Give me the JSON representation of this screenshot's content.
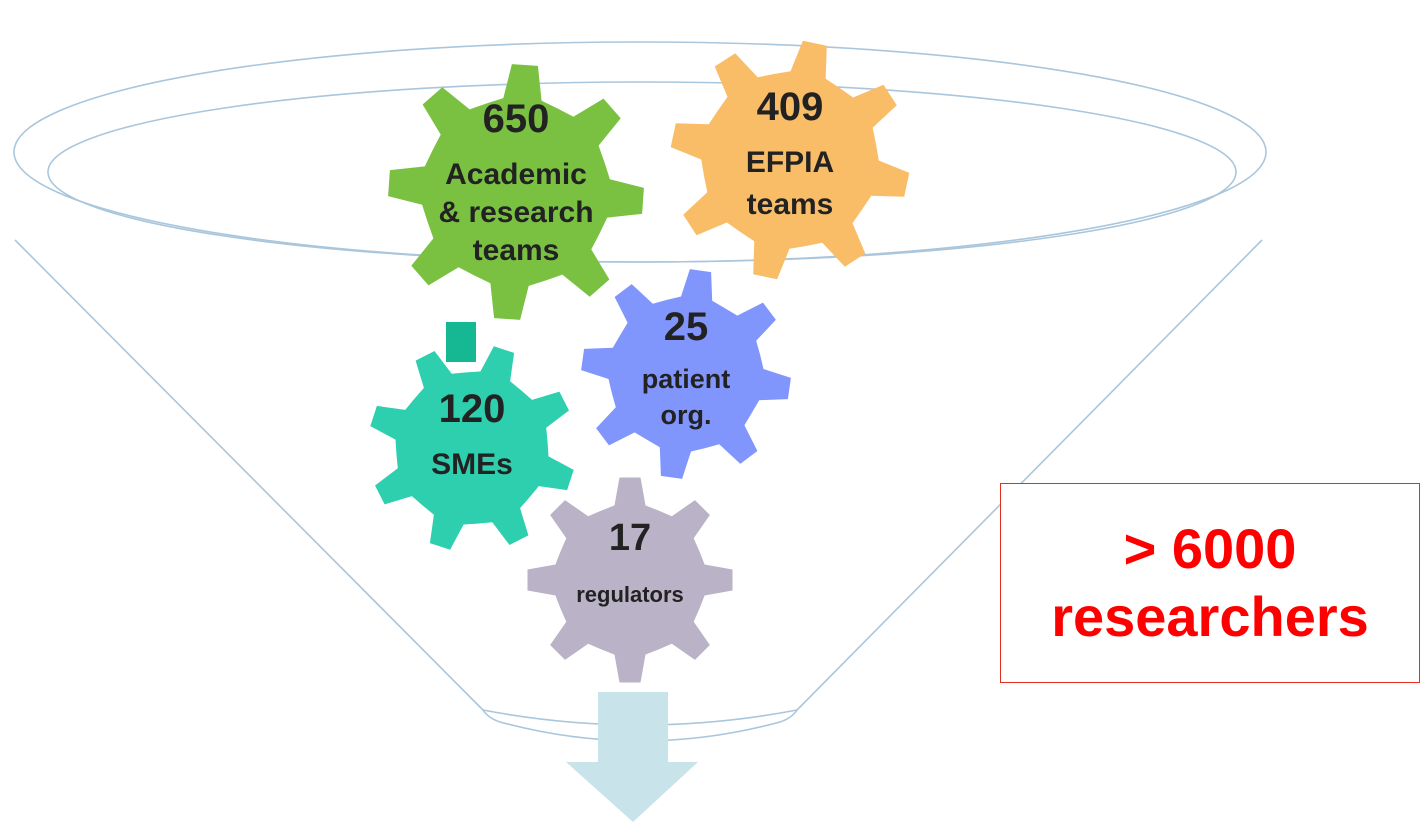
{
  "gears": [
    {
      "id": "academic",
      "number": "650",
      "lines": [
        "Academic",
        "& research",
        "teams"
      ],
      "color": "#7ac142"
    },
    {
      "id": "efpia",
      "number": "409",
      "lines": [
        "EFPIA",
        "teams"
      ],
      "color": "#f9bd67"
    },
    {
      "id": "smes",
      "number": "120",
      "lines": [
        "SMEs"
      ],
      "color": "#2ecfaf"
    },
    {
      "id": "patient",
      "number": "25",
      "lines": [
        "patient",
        "org."
      ],
      "color": "#8196fc"
    },
    {
      "id": "regulators",
      "number": "17",
      "lines": [
        "regulators"
      ],
      "color": "#bab3c7"
    }
  ],
  "callout": {
    "line1": "> 6000",
    "line2": "researchers",
    "color": "#ff0000",
    "border_color": "#e03020"
  },
  "funnel_color": "#a9c6dc",
  "arrow_color": "#c8e3ea"
}
